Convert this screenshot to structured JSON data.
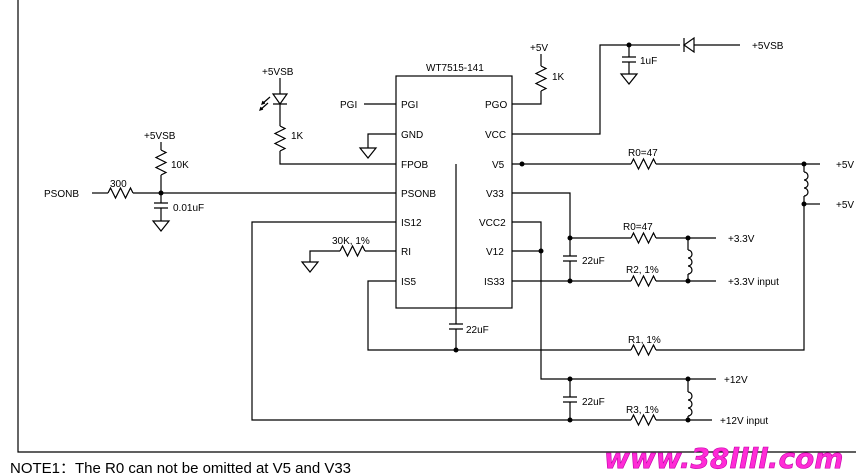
{
  "chip": {
    "name": "WT7515-141",
    "left_pins": [
      "PGI",
      "GND",
      "FPOB",
      "PSONB",
      "IS12",
      "RI",
      "IS5"
    ],
    "right_pins": [
      "PGO",
      "VCC",
      "V5",
      "V33",
      "VCC2",
      "V12",
      "IS33"
    ]
  },
  "signals": {
    "pgi": "PGI",
    "psonb": "PSONB"
  },
  "rails": {
    "vsb_led": "+5VSB",
    "vsb_psonb": "+5VSB",
    "vsb_out": "+5VSB",
    "plus5v_pgo": "+5V",
    "out_5v_a": "+5V",
    "out_5v_b": "+5V",
    "out_33v": "+3.3V",
    "out_33v_input": "+3.3V input",
    "out_12v": "+12V",
    "out_12v_input": "+12V input"
  },
  "components": {
    "r_led": "1K",
    "r_pgo": "1K",
    "c_vcc": "1uF",
    "r_pull": "10K",
    "r_series": "300",
    "c_psonb": "0.01uF",
    "r_ri": "30K, 1%",
    "r0_v5": "R0=47",
    "r0_v33": "R0=47",
    "c_v33": "22uF",
    "r2": "R2, 1%",
    "c_vcc2": "22uF",
    "r1": "R1, 1%",
    "c_12v": "22uF",
    "r3": "R3, 1%"
  },
  "note": "NOTE1：The R0 can not be omitted at V5 and V33",
  "watermark": "www.38llll.com"
}
